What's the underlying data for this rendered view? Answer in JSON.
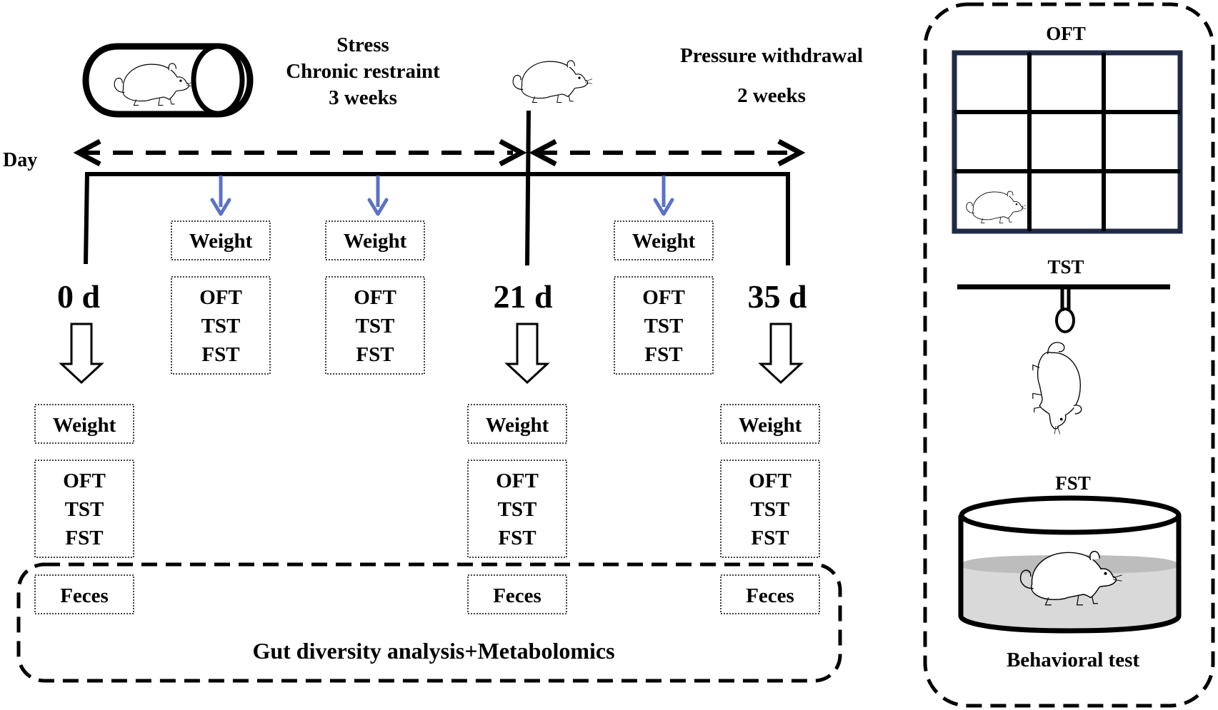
{
  "labels": {
    "day": "Day",
    "stress_line1": "Stress",
    "stress_line2": "Chronic restraint",
    "stress_line3": "3 weeks",
    "withdrawal_line1": "Pressure withdrawal",
    "withdrawal_line2": "2 weeks",
    "analysis": "Gut diversity analysis+Metabolomics",
    "behavioral_test": "Behavioral test"
  },
  "days": [
    "0 d",
    "21 d",
    "35 d"
  ],
  "box_labels": {
    "weight": "Weight",
    "oft": "OFT",
    "tst": "TST",
    "fst": "FST",
    "feces": "Feces"
  },
  "test_panel": {
    "oft": "OFT",
    "tst": "TST",
    "fst": "FST"
  },
  "colors": {
    "arrow_blue": "#5b72c8",
    "line": "#000000",
    "water": "#d9d9d9"
  }
}
